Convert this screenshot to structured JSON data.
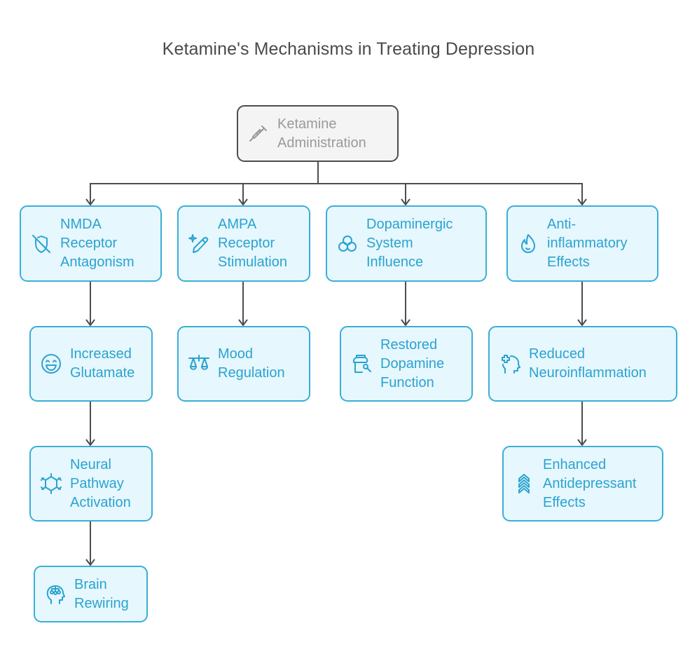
{
  "title": "Ketamine's Mechanisms in Treating Depression",
  "colors": {
    "child_fill": "#e6f7fd",
    "child_border": "#3aafd6",
    "child_text": "#2aa3d0",
    "root_fill": "#f4f4f4",
    "root_border": "#4d4d4d",
    "root_text": "#9a9a9a",
    "connector": "#4d4d4d",
    "title_text": "#4a4a4a"
  },
  "nodes": {
    "root": {
      "label": "Ketamine\nAdministration",
      "icon": "syringe-icon"
    },
    "nmda": {
      "label": "NMDA\nReceptor\nAntagonism",
      "icon": "shield-off-icon"
    },
    "ampa": {
      "label": "AMPA\nReceptor\nStimulation",
      "icon": "sparkle-pencil-icon"
    },
    "dopaminergic": {
      "label": "Dopaminergic\nSystem\nInfluence",
      "icon": "three-circles-icon"
    },
    "anti_inflammatory": {
      "label": "Anti-\ninflammatory\nEffects",
      "icon": "flame-icon"
    },
    "glutamate": {
      "label": "Increased\nGlutamate",
      "icon": "laughing-face-icon"
    },
    "mood": {
      "label": "Mood\nRegulation",
      "icon": "scales-icon"
    },
    "dopamine": {
      "label": "Restored\nDopamine\nFunction",
      "icon": "jar-spoon-icon"
    },
    "neuroinflammation": {
      "label": "Reduced\nNeuroinflammation",
      "icon": "head-plus-icon"
    },
    "neural_pathway": {
      "label": "Neural\nPathway\nActivation",
      "icon": "hexagon-network-icon"
    },
    "antidepressant": {
      "label": "Enhanced\nAntidepressant\nEffects",
      "icon": "chevrons-up-icon"
    },
    "brain_rewiring": {
      "label": "Brain\nRewiring",
      "icon": "head-circuit-icon"
    }
  },
  "edges": [
    [
      "root",
      "nmda"
    ],
    [
      "root",
      "ampa"
    ],
    [
      "root",
      "dopaminergic"
    ],
    [
      "root",
      "anti_inflammatory"
    ],
    [
      "nmda",
      "glutamate"
    ],
    [
      "ampa",
      "mood"
    ],
    [
      "dopaminergic",
      "dopamine"
    ],
    [
      "anti_inflammatory",
      "neuroinflammation"
    ],
    [
      "glutamate",
      "neural_pathway"
    ],
    [
      "neuroinflammation",
      "antidepressant"
    ],
    [
      "neural_pathway",
      "brain_rewiring"
    ]
  ]
}
